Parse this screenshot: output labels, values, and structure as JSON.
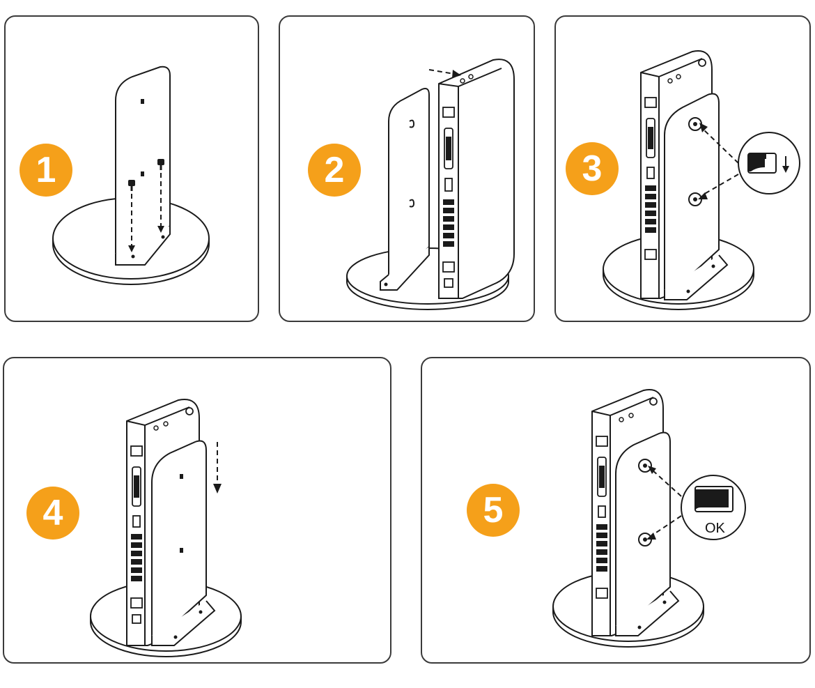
{
  "steps": [
    {
      "number": "1"
    },
    {
      "number": "2"
    },
    {
      "number": "3"
    },
    {
      "number": "4"
    },
    {
      "number": "5"
    }
  ],
  "callout_ok": "OK",
  "colors": {
    "badge": "#f5a01a",
    "line": "#1a1a1a",
    "panel_border": "#3a3a3a"
  }
}
